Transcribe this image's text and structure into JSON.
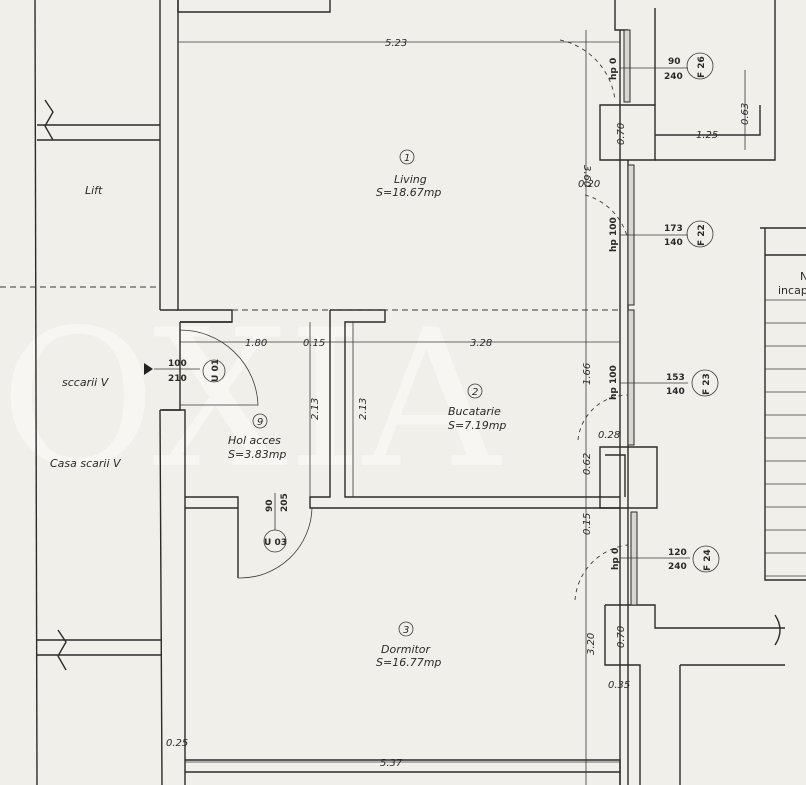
{
  "rooms": [
    {
      "number": "1",
      "name": "Living",
      "area": "S=18.67mp"
    },
    {
      "number": "2",
      "name": "Bucatarie",
      "area": "S=7.19mp"
    },
    {
      "number": "3",
      "name": "Dormitor",
      "area": "S=16.77mp"
    },
    {
      "number": "9",
      "name": "Hol acces",
      "area": "S=3.83mp"
    }
  ],
  "other_labels": {
    "lift": "Lift",
    "stair_top": "sccarii V",
    "stair_bottom": "Casa scarii V",
    "right_fragment_1": "N",
    "right_fragment_2": "incap"
  },
  "dimensions": {
    "living_width": "5.23",
    "dormitor_width": "5.37",
    "hol_width": "1.80",
    "wall_015": "0.15",
    "kitchen_width": "3.28",
    "hol_height": "2.13",
    "kitchen_height": "2.13",
    "living_depth": "3.60",
    "pier_020": "0.20",
    "kitchen_depth": "1.66",
    "pier_028": "0.28",
    "pier_062": "0.62",
    "wall_015b": "0.15",
    "dormitor_depth": "3.20",
    "pier_070a": "0.70",
    "pier_070b": "0.70",
    "pier_035": "0.35",
    "balcony_125": "1.25",
    "balcony_063": "0.63",
    "left_025": "0.25"
  },
  "openings": [
    {
      "id": "F 26",
      "width": "90",
      "height": "240",
      "sill": "hp 0"
    },
    {
      "id": "F 22",
      "width": "173",
      "height": "140",
      "sill": "hp 100"
    },
    {
      "id": "F 23",
      "width": "153",
      "height": "140",
      "sill": "hp 100"
    },
    {
      "id": "F 24",
      "width": "120",
      "height": "240",
      "sill": "hp 0"
    },
    {
      "id": "U 01",
      "width": "100",
      "height": "210"
    },
    {
      "id": "U 03",
      "width": "90",
      "height": "205"
    }
  ],
  "watermark": "OXIA"
}
